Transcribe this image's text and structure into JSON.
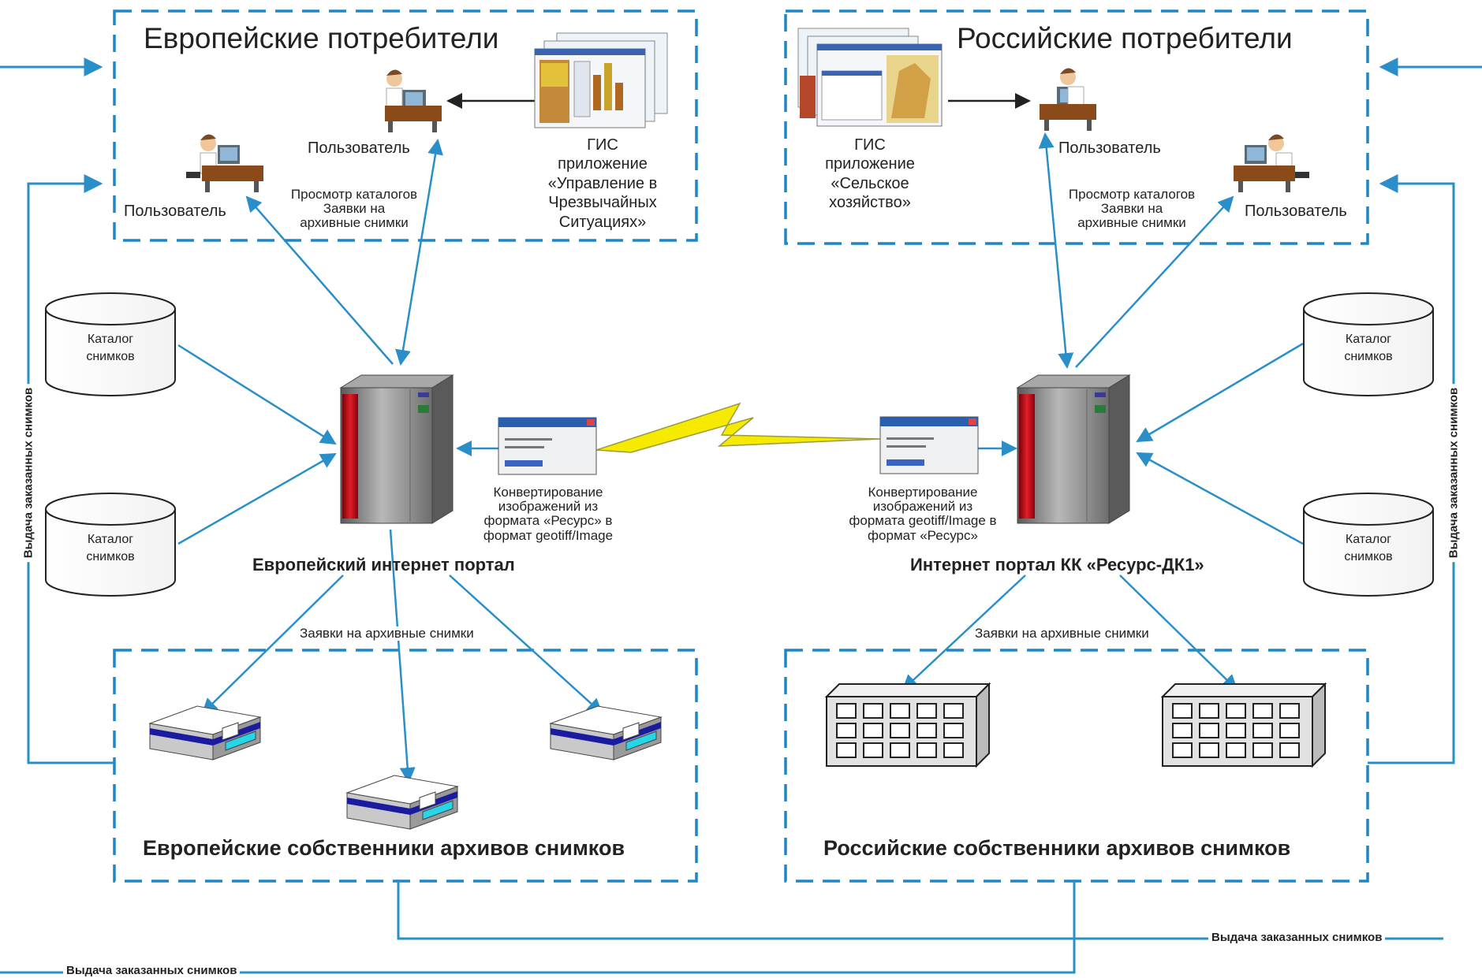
{
  "eu_consumers": {
    "title": "Европейские потребители",
    "user_top": "Пользователь",
    "user_left": "Пользователь",
    "browse_lines": [
      "Просмотр каталогов",
      "Заявки на",
      "архивные снимки"
    ],
    "gis_lines": [
      "ГИС",
      "приложение",
      "«Управление в",
      "Чрезвычайных",
      "Ситуациях»"
    ]
  },
  "ru_consumers": {
    "title": "Российские потребители",
    "user_top": "Пользователь",
    "user_right": "Пользователь",
    "browse_lines": [
      "Просмотр каталогов",
      "Заявки на",
      "архивные снимки"
    ],
    "gis_lines": [
      "ГИС",
      "приложение",
      "«Сельское",
      "хозяйство»"
    ]
  },
  "catalogs": {
    "label_lines": [
      "Каталог",
      "снимков"
    ]
  },
  "eu_portal": {
    "name": "Европейский интернет портал",
    "convert_lines": [
      "Конвертирование",
      "изображений из",
      "формата «Ресурс» в",
      "формат geotiff/Image"
    ]
  },
  "ru_portal": {
    "name": "Интернет портал КК «Ресурс-ДК1»",
    "convert_lines": [
      "Конвертирование",
      "изображений из",
      "формата geotiff/Image в",
      "формат «Ресурс»"
    ]
  },
  "requests_label": "Заявки на архивные снимки",
  "delivery_label": "Выдача заказанных снимков",
  "eu_owners": {
    "title": "Европейские собственники архивов снимков"
  },
  "ru_owners": {
    "title": "Российские собственники архивов снимков"
  },
  "colors": {
    "dash_border": "#1f86c6",
    "arrow": "#2a8fc8",
    "server_body": "#8c8c8c",
    "server_red": "#c8141e",
    "lightning": "#f5ea00",
    "archive_blue": "#1b1ba0",
    "archive_cyan": "#27d6e6",
    "grid_building": "#d8d8d8"
  }
}
